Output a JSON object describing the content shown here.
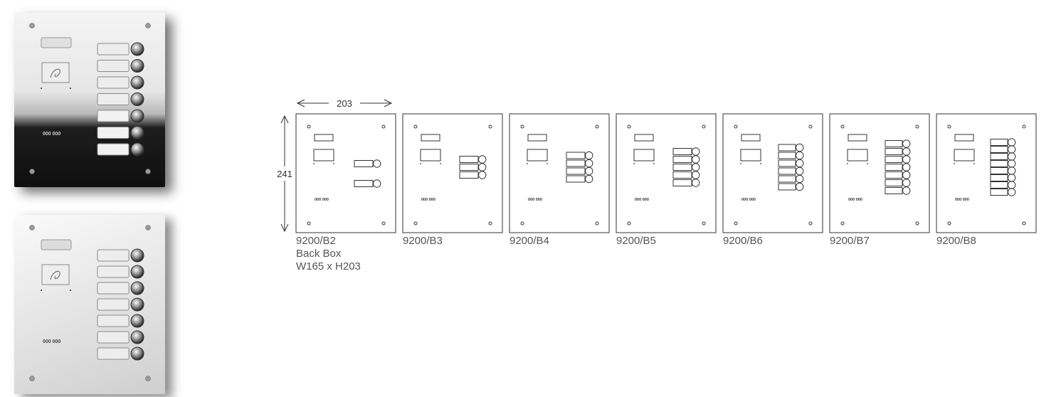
{
  "photos": [
    {
      "name": "stainless-panel-dark-finish",
      "buttons": 7,
      "number_text": "000  000"
    },
    {
      "name": "stainless-panel-satin-finish",
      "buttons": 7,
      "number_text": "000  000"
    }
  ],
  "dimensions": {
    "width_label": "203",
    "height_label": "241"
  },
  "panels": [
    {
      "model": "9200/B2",
      "buttons": 2,
      "extra_lines": [
        "Back Box",
        "W165 x H203"
      ]
    },
    {
      "model": "9200/B3",
      "buttons": 3
    },
    {
      "model": "9200/B4",
      "buttons": 4
    },
    {
      "model": "9200/B5",
      "buttons": 5
    },
    {
      "model": "9200/B6",
      "buttons": 6
    },
    {
      "model": "9200/B7",
      "buttons": 7
    },
    {
      "model": "9200/B8",
      "buttons": 8
    }
  ],
  "panel_number_text": "000 000",
  "colors": {
    "line": "#333333",
    "label": "#555555"
  }
}
